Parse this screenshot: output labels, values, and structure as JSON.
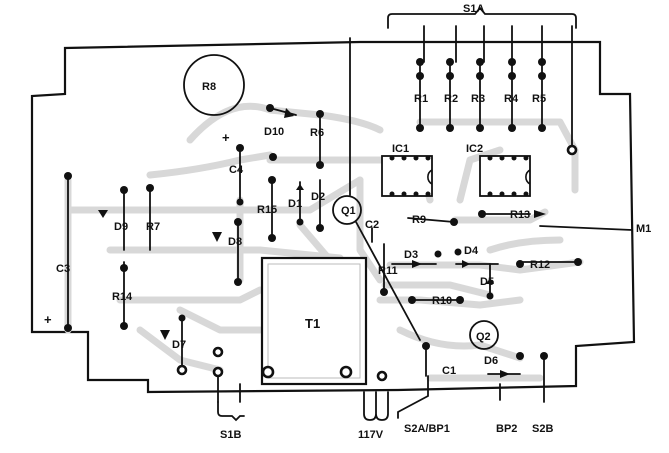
{
  "labels": {
    "s1a": "S1A",
    "r8": "R8",
    "r1": "R1",
    "r2": "R2",
    "r3": "R3",
    "r4": "R4",
    "r5": "R5",
    "ic1": "IC1",
    "ic2": "IC2",
    "d10": "D10",
    "r6": "R6",
    "c4": "C4",
    "r15": "R15",
    "d1": "D1",
    "d2": "D2",
    "q1": "Q1",
    "c2": "C2",
    "r9": "R9",
    "r13": "R13",
    "m1": "M1",
    "d9": "D9",
    "r7": "R7",
    "d8": "D8",
    "c3": "C3",
    "d3": "D3",
    "d4": "D4",
    "r11": "R11",
    "r12": "R12",
    "r14": "R14",
    "t1": "T1",
    "d5": "D5",
    "r10": "R10",
    "q2": "Q2",
    "d6": "D6",
    "d7": "D7",
    "c1": "C1",
    "s1b": "S1B",
    "v117": "117V",
    "s2a_bp1": "S2A/BP1",
    "bp2": "BP2",
    "s2b": "S2B",
    "plus_c4": "+",
    "plus_c3": "+"
  }
}
